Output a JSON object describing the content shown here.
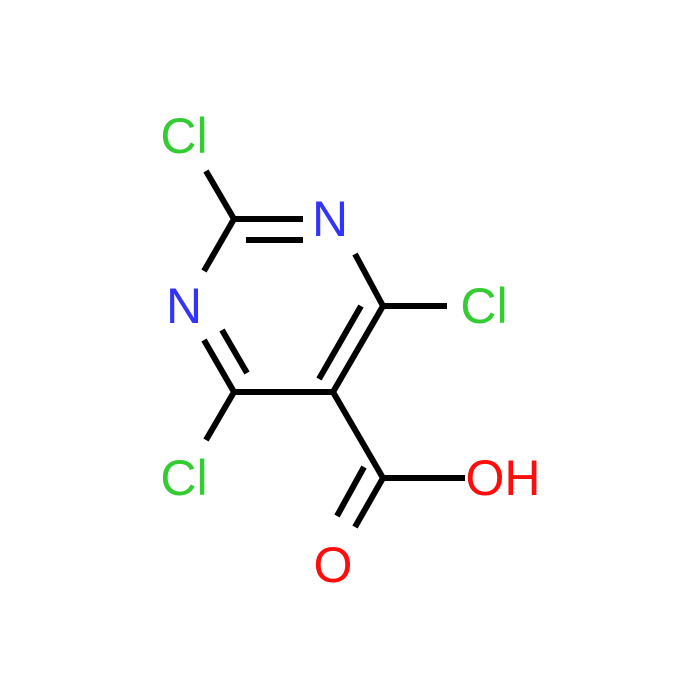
{
  "molecule": {
    "atoms": [
      {
        "id": "cl_top",
        "element": "Cl",
        "label": "Cl",
        "color": "#33cc33"
      },
      {
        "id": "n_top",
        "element": "N",
        "label": "N",
        "color": "#3333ff"
      },
      {
        "id": "n_left",
        "element": "N",
        "label": "N",
        "color": "#3333ff"
      },
      {
        "id": "cl_right",
        "element": "Cl",
        "label": "Cl",
        "color": "#33cc33"
      },
      {
        "id": "cl_bottom",
        "element": "Cl",
        "label": "Cl",
        "color": "#33cc33"
      },
      {
        "id": "oh",
        "element": "O",
        "label": "OH",
        "color": "#ff0d0d"
      },
      {
        "id": "o_carbonyl",
        "element": "O",
        "label": "O",
        "color": "#ff0d0d"
      }
    ],
    "bond_color": "#000000"
  }
}
